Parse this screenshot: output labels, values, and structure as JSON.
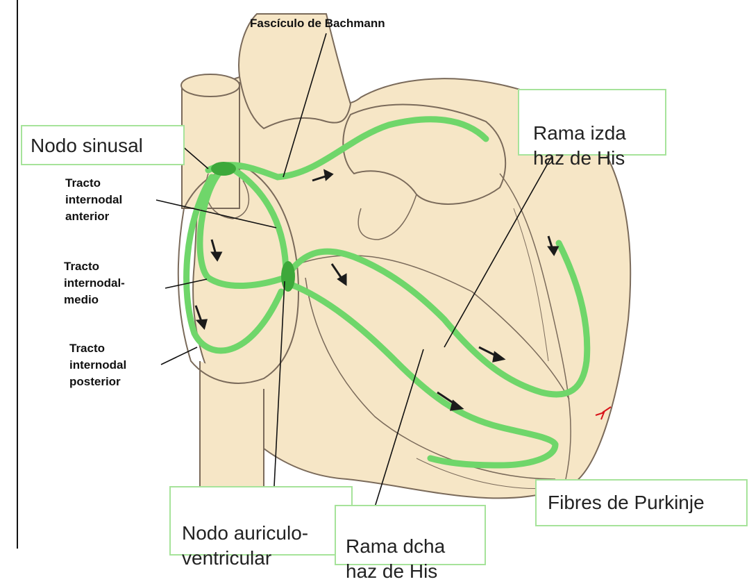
{
  "labels": {
    "bachmann": "Fascículo de Bachmann",
    "sinusal": "Nodo sinusal",
    "anterior": "Tracto\ninternodal\nanterior",
    "medio": "Tracto\ninternodal-\nmedio",
    "posterior": "Tracto\ninternodal\nposterior",
    "rama_izda": "Rama izda\nhaz de His",
    "av_node": "Nodo auriculo-\nventricular",
    "rama_dcha": "Rama dcha\nhaz de His",
    "purkinje": "Fibres de Purkinje"
  },
  "colors": {
    "heart_fill": "#f6e6c6",
    "outline": "#7a6a5a",
    "conduction": "#6fd66a",
    "conduction_dark": "#3da83a",
    "box_border": "#a6e39a",
    "marker": "#d8141a"
  }
}
